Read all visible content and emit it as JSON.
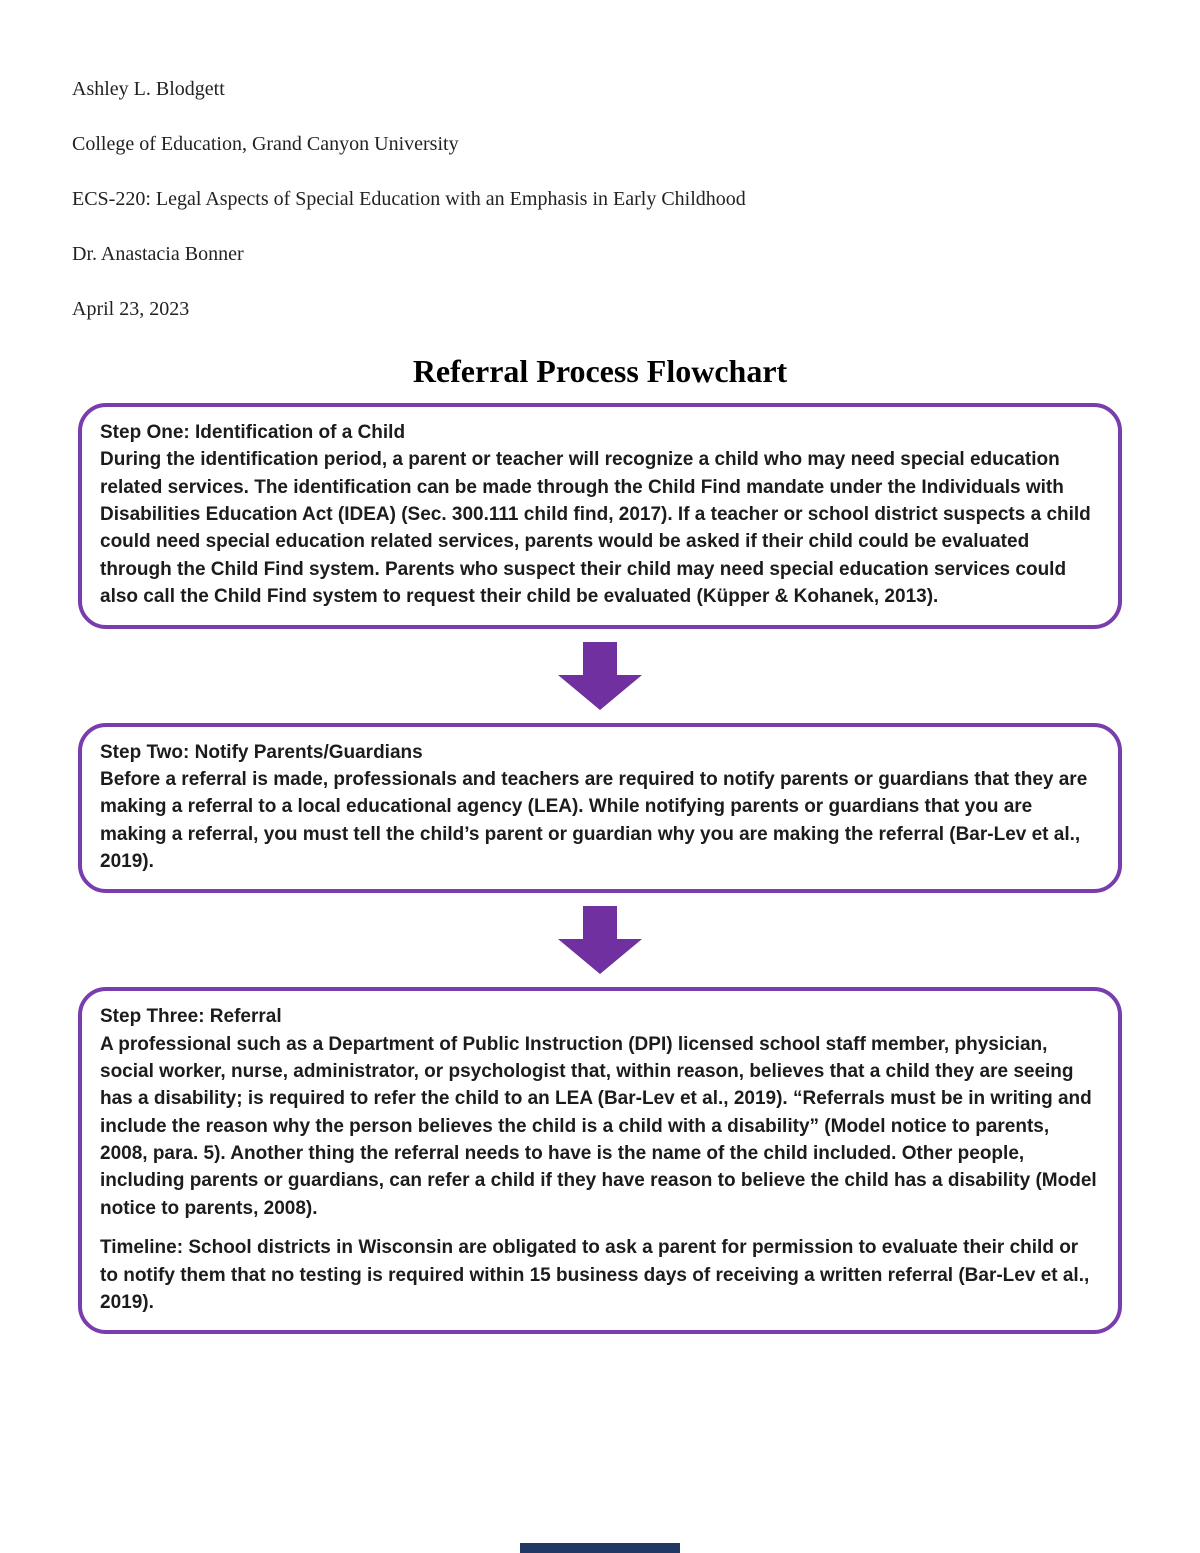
{
  "header": {
    "lines": [
      "Ashley L. Blodgett",
      "College of Education, Grand Canyon University",
      "ECS-220: Legal Aspects of Special Education with an Emphasis in Early Childhood",
      "Dr. Anastacia Bonner",
      "April 23, 2023"
    ],
    "title": "Referral Process Flowchart"
  },
  "flowchart": {
    "steps": [
      {
        "heading": "Step One: Identification of a Child",
        "body": "During the identification period, a parent or teacher will recognize a child who may need special education related services. The identification can be made through the Child Find mandate under the Individuals with Disabilities Education Act (IDEA) (Sec. 300.111 child find, 2017). If a teacher or school district suspects a child could need special education related services, parents would be asked if their child could be evaluated through the Child Find system. Parents who suspect their child may need special education services could also call the Child Find system to request their child be evaluated (Küpper & Kohanek, 2013)."
      },
      {
        "heading": "Step Two: Notify Parents/Guardians",
        "body": "Before a referral is made, professionals and teachers are required to notify parents or guardians that they are making a referral to a local educational agency (LEA). While notifying parents or guardians that you are making a referral, you must tell the child’s parent or guardian why you are making the referral (Bar-Lev et al., 2019)."
      },
      {
        "heading": "Step Three: Referral",
        "body": "A professional such as a Department of Public Instruction (DPI) licensed school staff member, physician, social worker, nurse, administrator, or psychologist that, within reason, believes that a child they are seeing has a disability; is required to refer the child to an LEA (Bar-Lev et al., 2019). “Referrals must be in writing and include the reason why the person believes the child is a child with a disability” (Model notice to parents, 2008, para. 5). Another thing the referral needs to have is the name of the child included. Other people, including parents or guardians, can refer a child if they have reason to believe the child has a disability (Model notice to parents, 2008).",
        "timeline_label": "Timeline:",
        "timeline_body": "School districts in Wisconsin are obligated to ask a parent for permission to evaluate their child or to notify them that no testing is required within 15 business days of receiving a written referral (Bar-Lev et al., 2019)."
      }
    ]
  },
  "colors": {
    "box_border": "#7a3dae",
    "arrow": "#7030a0",
    "footer_bar": "#1f3864",
    "text": "#1c1c1c"
  }
}
